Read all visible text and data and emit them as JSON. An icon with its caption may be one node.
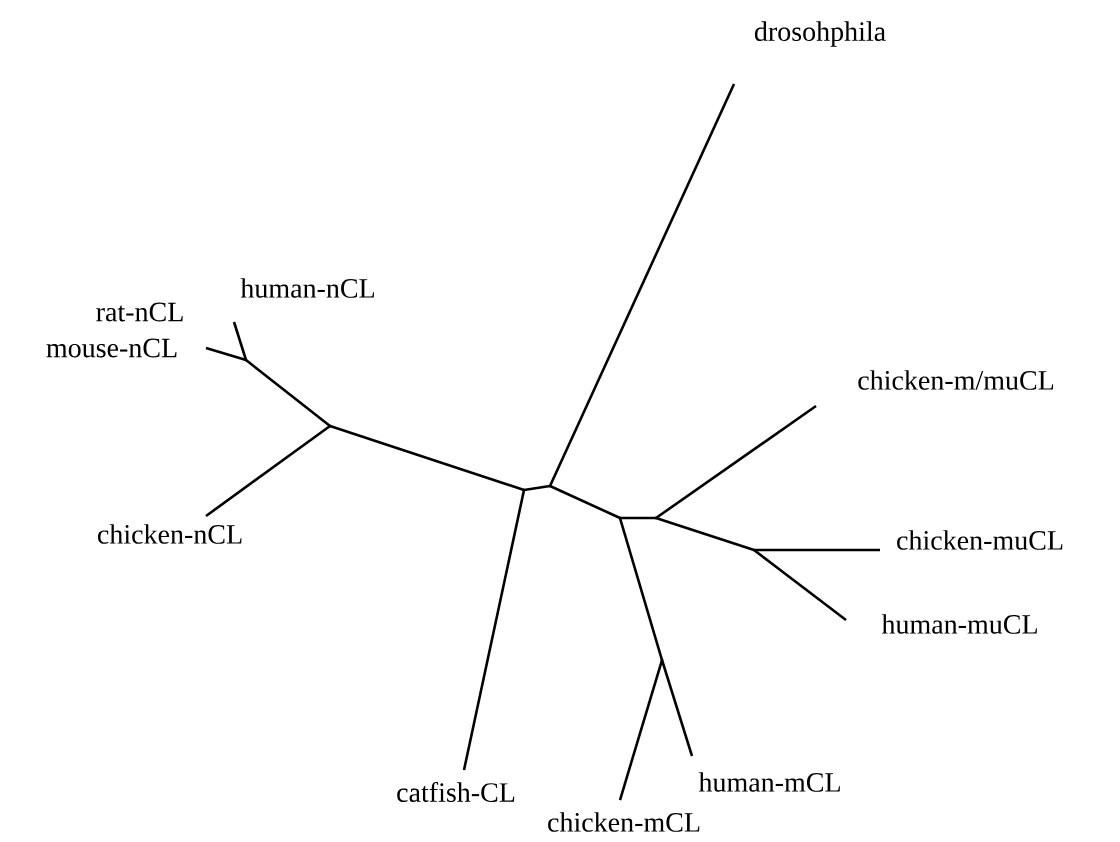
{
  "diagram": {
    "nodes": [
      {
        "text": [
          "drosohphila"
        ]
      },
      {
        "text": [
          "human-nCL"
        ]
      },
      {
        "text": [
          "mouse-nCL"
        ]
      },
      {
        "text": [
          "chicken-nCL"
        ]
      },
      {
        "text": [
          "catfish-CL"
        ]
      },
      {
        "text": [
          "chicken-m/muCL"
        ]
      },
      {
        "text": [
          "chicken-muCL"
        ]
      },
      {
        "text": [
          "human-muCL"
        ]
      },
      {
        "text": [
          "human-mCL"
        ]
      },
      {
        "text": [
          "chicken-mCL"
        ]
      },
      {
        "text": [],
        "shape": "point"
      },
      {
        "text": [],
        "shape": "point"
      },
      {
        "text": [],
        "shape": "point"
      },
      {
        "text": [],
        "shape": "point"
      },
      {
        "text": [],
        "shape": "point"
      },
      {
        "text": [],
        "shape": "point"
      },
      {
        "text": [],
        "shape": "point"
      },
      {
        "text": [],
        "shape": "point"
      }
    ],
    "edges": [
      {
        "from": 10,
        "to": 1,
        "arrow": "none"
      },
      {
        "from": 10,
        "to": 2,
        "arrow": "none"
      },
      {
        "from": 10,
        "to": 11,
        "arrow": "none"
      },
      {
        "from": 11,
        "to": 3,
        "arrow": "none"
      },
      {
        "from": 11,
        "to": 12,
        "arrow": "none"
      },
      {
        "from": 12,
        "to": 4,
        "arrow": "none"
      },
      {
        "from": 12,
        "to": 13,
        "arrow": "none"
      },
      {
        "from": 13,
        "to": 0,
        "arrow": "none"
      },
      {
        "from": 13,
        "to": 14,
        "arrow": "none"
      },
      {
        "from": 14,
        "to": 15,
        "arrow": "none"
      },
      {
        "from": 14,
        "to": 17,
        "arrow": "none"
      },
      {
        "from": 15,
        "to": 5,
        "arrow": "none"
      },
      {
        "from": 15,
        "to": 16,
        "arrow": "none"
      },
      {
        "from": 16,
        "to": 6,
        "arrow": "none"
      },
      {
        "from": 16,
        "to": 7,
        "arrow": "none"
      },
      {
        "from": 17,
        "to": 8,
        "arrow": "none"
      },
      {
        "from": 17,
        "to": 9,
        "arrow": "none"
      }
    ],
    "labels": [
      "rat-nCL"
    ]
  }
}
